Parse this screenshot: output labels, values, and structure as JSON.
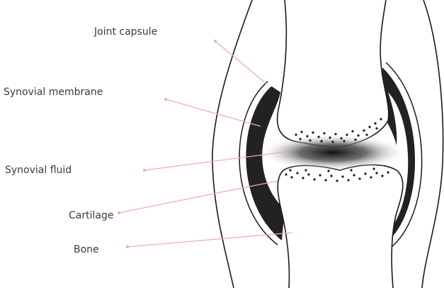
{
  "labels": {
    "joint_capsule": "Joint capsule",
    "synovial_membrane": "Synovial membrane",
    "synovial_fluid": "Synovial fluid",
    "cartilage": "Cartilage",
    "bone": "Bone"
  },
  "colors": {
    "outline": "#1a1a1a",
    "leader_line": "#e6b4a8",
    "membrane": "#222222",
    "label_text": "#3a3a3a"
  }
}
